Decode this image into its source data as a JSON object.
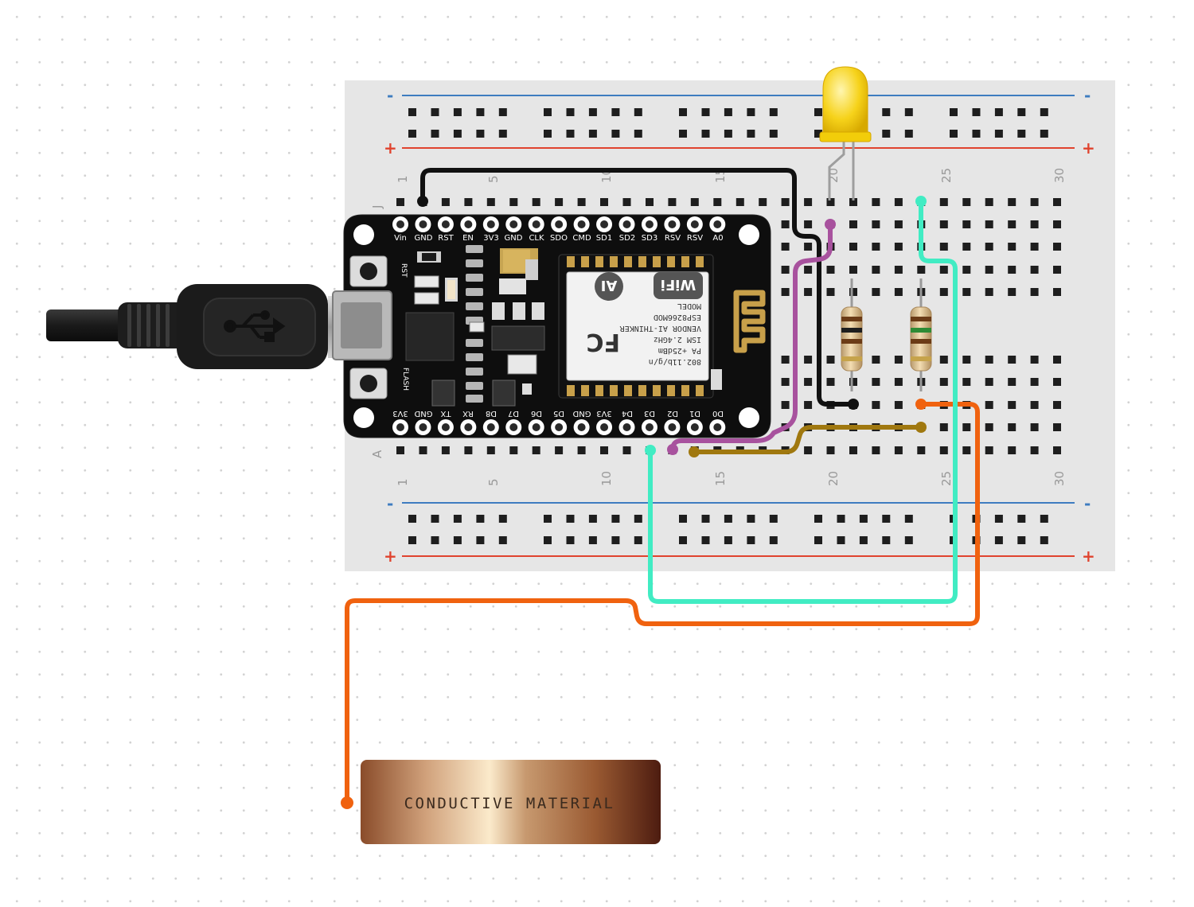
{
  "breadboard": {
    "column_labels_top": [
      "1",
      "5",
      "10",
      "15",
      "20",
      "25",
      "30"
    ],
    "column_labels_bottom": [
      "1",
      "5",
      "10",
      "15",
      "20",
      "25",
      "30"
    ],
    "row_label_top": "J",
    "row_label_bottom": "A",
    "rail_minus": "-",
    "rail_plus": "+",
    "colors": {
      "rail_blue": "#3e7cc0",
      "rail_red": "#e0432e",
      "body": "#e6e6e6"
    }
  },
  "nodemcu": {
    "top_pins": [
      "Vin",
      "GND",
      "RST",
      "EN",
      "3V3",
      "GND",
      "CLK",
      "SDO",
      "CMD",
      "SD1",
      "SD2",
      "SD3",
      "RSV",
      "RSV",
      "A0"
    ],
    "bottom_pins": [
      "3V3",
      "GND",
      "TX",
      "RX",
      "D8",
      "D7",
      "D6",
      "D5",
      "GND",
      "3V3",
      "D4",
      "D3",
      "D2",
      "D1",
      "D0"
    ],
    "button_rst": "RST",
    "button_flash": "FLASH",
    "module_text": [
      "MODEL",
      "ESP8266MOD",
      "VENDOR AI-THINKER",
      "ISM 2.4GHz",
      "PA +25dBm",
      "802.11b/g/n"
    ],
    "fcc_mark": "FC",
    "wifi_badge": "WiFi",
    "ai_badge": "AI",
    "usb_icon": "usb-icon"
  },
  "material": {
    "label": "CONDUCTIVE MATERIAL"
  },
  "wires": {
    "black": "#111111",
    "purple": "#a8529e",
    "brown": "#a0780f",
    "orange": "#f0620f",
    "cyan": "#41ecc3"
  },
  "led": {
    "color": "#f2cd0a"
  }
}
